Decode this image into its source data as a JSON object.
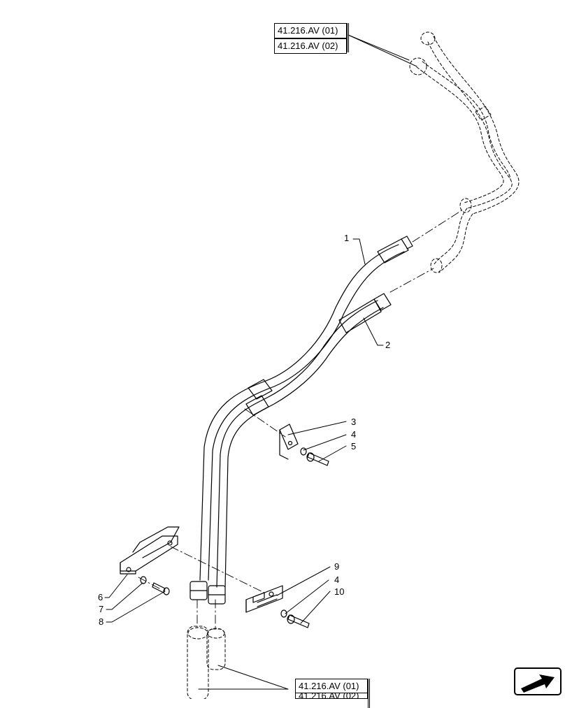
{
  "references": {
    "top": [
      "41.216.AV (01)",
      "41.216.AV (02)"
    ],
    "bottom": [
      "41.216.AV (01)",
      "41.216.AV (02)"
    ]
  },
  "callouts": [
    "1",
    "2",
    "3",
    "4",
    "5",
    "6",
    "7",
    "8",
    "9",
    "4",
    "10"
  ],
  "icons": {
    "navigation": "arrow-in-box-icon"
  }
}
